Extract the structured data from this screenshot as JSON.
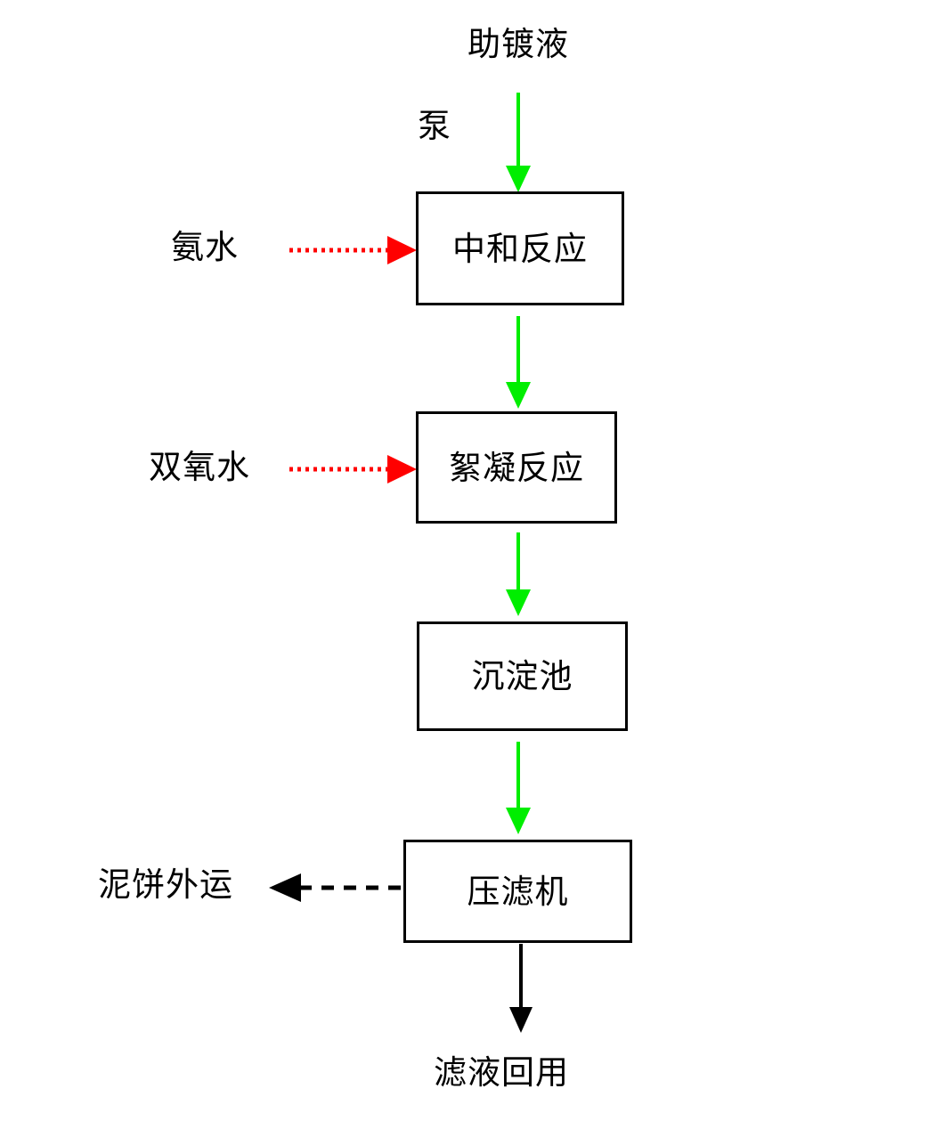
{
  "diagram": {
    "title": "助镀液",
    "pump_label": "泵",
    "nodes": [
      {
        "id": "neutralization",
        "label": "中和反应"
      },
      {
        "id": "flocculation",
        "label": "絮凝反应"
      },
      {
        "id": "sedimentation",
        "label": "沉淀池"
      },
      {
        "id": "filter-press",
        "label": "压滤机"
      }
    ],
    "inputs": [
      {
        "id": "ammonia",
        "label": "氨水",
        "target": "neutralization"
      },
      {
        "id": "hydrogen-peroxide",
        "label": "双氧水",
        "target": "flocculation"
      }
    ],
    "outputs": [
      {
        "id": "mud-cake",
        "label": "泥饼外运",
        "source": "filter-press"
      },
      {
        "id": "filtrate-reuse",
        "label": "滤液回用",
        "source": "filter-press"
      }
    ],
    "colors": {
      "main_flow": "#00ee00",
      "reagent_flow": "#ff0000",
      "byproduct_flow": "#000000",
      "box_stroke": "#000000",
      "background": "#ffffff",
      "text": "#000000"
    },
    "edges": [
      {
        "id": "feed-to-neutralization",
        "style": "solid",
        "color": "#00ee00"
      },
      {
        "id": "neutralization-to-flocculation",
        "style": "solid",
        "color": "#00ee00"
      },
      {
        "id": "flocculation-to-sedimentation",
        "style": "solid",
        "color": "#00ee00"
      },
      {
        "id": "sedimentation-to-filterpress",
        "style": "solid",
        "color": "#00ee00"
      },
      {
        "id": "ammonia-to-neutralization",
        "style": "dotted",
        "color": "#ff0000"
      },
      {
        "id": "peroxide-to-flocculation",
        "style": "dotted",
        "color": "#ff0000"
      },
      {
        "id": "filterpress-to-mudcake",
        "style": "dashed",
        "color": "#000000"
      },
      {
        "id": "filterpress-to-filtrate",
        "style": "solid",
        "color": "#000000"
      }
    ]
  }
}
